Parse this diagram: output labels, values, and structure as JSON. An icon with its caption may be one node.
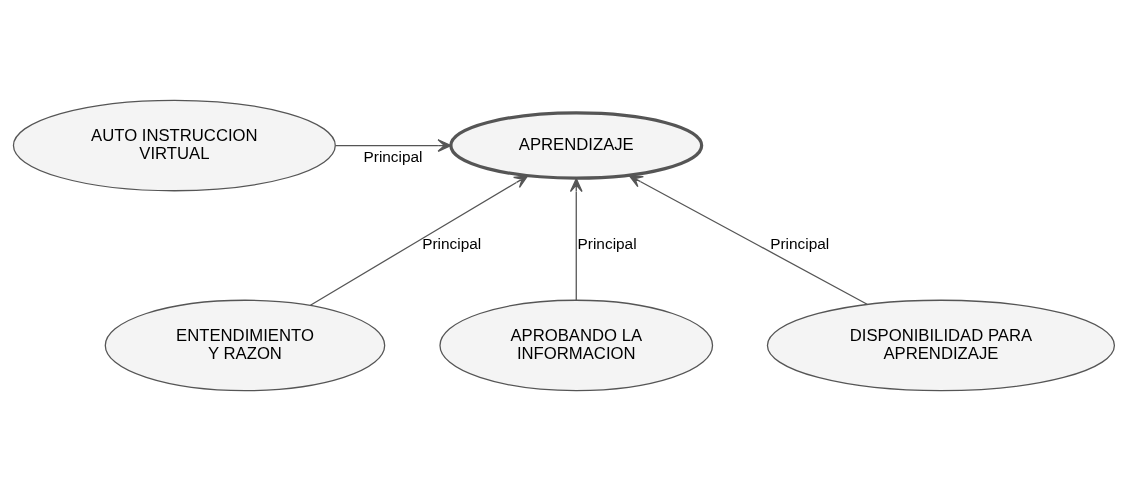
{
  "diagram": {
    "nodes": [
      {
        "text": [
          "APRENDIZAJE"
        ]
      },
      {
        "text": [
          "AUTO INSTRUCCION VIRTUAL"
        ]
      },
      {
        "text": [
          "ENTENDIMIENTO Y RAZON"
        ]
      },
      {
        "text": [
          "APROBANDO LA INFORMACION"
        ]
      },
      {
        "text": [
          "DISPONIBILIDAD PARA APRENDIZAJE"
        ]
      }
    ],
    "edges": [
      {
        "from": 1,
        "to": 0,
        "arrow": "to",
        "label": "Principal"
      },
      {
        "from": 2,
        "to": 0,
        "arrow": "to",
        "label": "Principal"
      },
      {
        "from": 3,
        "to": 0,
        "arrow": "to",
        "label": "Principal"
      },
      {
        "from": 4,
        "to": 0,
        "arrow": "to",
        "label": "Principal"
      }
    ]
  }
}
